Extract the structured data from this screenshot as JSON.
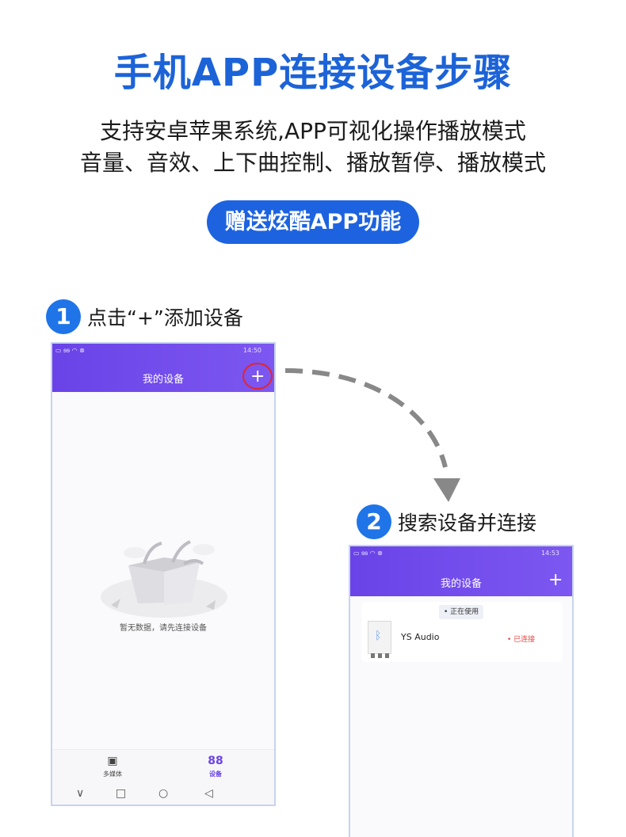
{
  "headline": {
    "title": "手机APP连接设备步骤",
    "subtitle_line1": "支持安卓苹果系统,APP可视化操作播放模式",
    "subtitle_line2": "音量、音效、上下曲控制、播放暂停、播放模式",
    "badge": "赠送炫酷APP功能"
  },
  "steps": [
    {
      "number": "1",
      "label": "点击“+”添加设备"
    },
    {
      "number": "2",
      "label": "搜索设备并连接"
    }
  ],
  "phone1": {
    "status_time": "14:50",
    "header_title": "我的设备",
    "add_symbol": "+",
    "empty_message": "暂无数据，请先连接设备",
    "tabs": [
      {
        "icon": "▣",
        "label": "多媒体"
      },
      {
        "icon": "88",
        "label": "设备"
      }
    ],
    "nav": [
      "∨",
      "□",
      "○",
      "◁"
    ]
  },
  "phone2": {
    "status_time": "14:53",
    "header_title": "我的设备",
    "add_symbol": "+",
    "card_tag": "• 正在使用",
    "device_name": "YS Audio",
    "device_status": "• 已连接"
  },
  "colors": {
    "title_blue": "#1c63d8",
    "badge_blue": "#1d63e0",
    "header_purple": "#6a43e8",
    "highlight_red": "#e2252f",
    "status_red": "#e64545"
  }
}
